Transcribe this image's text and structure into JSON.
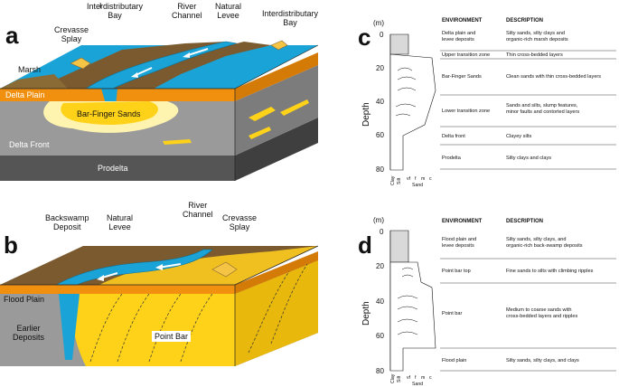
{
  "panel_a": {
    "letter": "a",
    "labels": {
      "interdistributary_bay_left": "Interdistributary\nBay",
      "river_channel": "River\nChannel",
      "natural_levee": "Natural\nLevee",
      "interdistributary_bay_right": "Interdistributary\nBay",
      "crevasse_splay": "Crevasse\nSplay",
      "marsh": "Marsh",
      "delta_plain": "Delta Plain",
      "bar_finger_sands": "Bar-Finger Sands",
      "delta_front": "Delta Front",
      "prodelta": "Prodelta"
    }
  },
  "panel_b": {
    "letter": "b",
    "labels": {
      "backswamp_deposit": "Backswamp\nDeposit",
      "natural_levee": "Natural\nLevee",
      "river_channel": "River\nChannel",
      "crevasse_splay": "Crevasse\nSplay",
      "flood_plain": "Flood Plain",
      "earlier_deposits": "Earlier\nDeposits",
      "point_bar": "Point Bar"
    }
  },
  "panel_c": {
    "letter": "c",
    "unit": "(m)",
    "depth_label": "Depth",
    "depth_ticks": [
      "0",
      "20",
      "40",
      "60",
      "80"
    ],
    "grain_labels": [
      "Clay",
      "Silt",
      "vf",
      "f",
      "m",
      "c"
    ],
    "sand_label": "Sand",
    "header_environment": "ENVIRONMENT",
    "header_description": "DESCRIPTION",
    "rows": [
      {
        "environment": "Delta plain and\nlevee deposits",
        "description": "Silty sands, silty clays and\norganic-rich marsh deposits"
      },
      {
        "environment": "Upper transition zone",
        "description": "Thin cross-bedded layers"
      },
      {
        "environment": "Bar-Finger Sands",
        "description": "Clean sands with thin cross-bedded layers"
      },
      {
        "environment": "Lower transition zone",
        "description": "Sands and silts, slump features,\nminor faults and contorted layers"
      },
      {
        "environment": "Delta front",
        "description": "Clayey silts"
      },
      {
        "environment": "Prodelta",
        "description": "Silty clays and clays"
      }
    ]
  },
  "panel_d": {
    "letter": "d",
    "unit": "(m)",
    "depth_label": "Depth",
    "depth_ticks": [
      "0",
      "20",
      "40",
      "60",
      "80"
    ],
    "grain_labels": [
      "Clay",
      "Silt",
      "vf",
      "f",
      "m",
      "c"
    ],
    "sand_label": "Sand",
    "header_environment": "ENVIRONMENT",
    "header_description": "DESCRIPTION",
    "rows": [
      {
        "environment": "Flood plain and\nlevee deposits",
        "description": "Silty sands, silty clays, and\norganic-rich back-swamp deposits"
      },
      {
        "environment": "Point bar top",
        "description": "Fine sands to silts with climbing ripples"
      },
      {
        "environment": "Point bar",
        "description": "Medium to coarse sands with\ncross-bedded layers and ripples"
      },
      {
        "environment": "Flood plain",
        "description": "Silty sands, silty clays, and clays"
      }
    ]
  },
  "colors": {
    "water": "#1aa3d6",
    "levee_brown": "#7a5a2e",
    "delta_orange": "#f0900e",
    "sand_yellow": "#ffd21a",
    "pale_sand": "#fff3b0",
    "grey_mid": "#8e8e8e",
    "grey_light": "#a9a9a9",
    "grey_dark": "#5a5a5a",
    "splay_gold": "#f6c445"
  }
}
